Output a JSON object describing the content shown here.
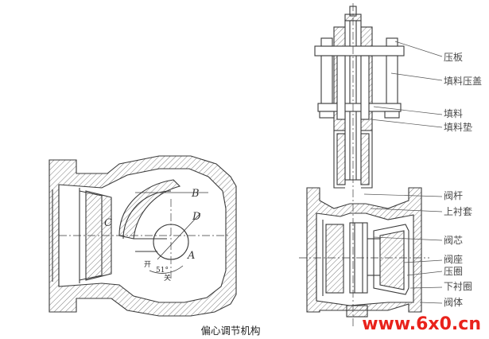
{
  "caption": "偏心调节机构",
  "watermark": "www.6x0.cn",
  "colors": {
    "line": "#3a3a3a",
    "hatch": "#7a7a7a",
    "watermark": "#e9221b"
  },
  "left_view": {
    "letters": {
      "a": "A",
      "b": "B",
      "c": "C",
      "d": "D"
    },
    "angle_label": "51°",
    "open_label": "开",
    "close_label": "关"
  },
  "right_view": {
    "labels": [
      "压板",
      "填料压盖",
      "填料",
      "填料垫",
      "阀杆",
      "上衬套",
      "阀芯",
      "阀座",
      "压圈",
      "下衬圈",
      "阀体"
    ]
  }
}
